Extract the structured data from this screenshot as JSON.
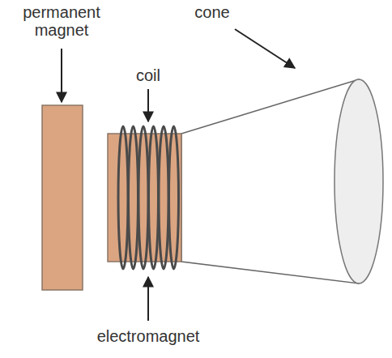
{
  "diagram": {
    "labels": [
      "permanent magnet",
      "coil",
      "cone",
      "electromagnet"
    ]
  }
}
